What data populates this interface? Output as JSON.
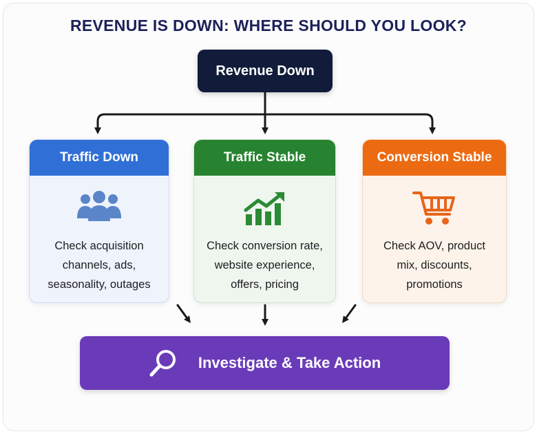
{
  "title": "REVENUE IS DOWN: WHERE SHOULD YOU LOOK?",
  "root": {
    "label": "Revenue Down"
  },
  "branches": [
    {
      "header": "Traffic Down",
      "icon": "people-group-icon",
      "lines": [
        "Check acquisition",
        "channels, ads,",
        "seasonality, outages"
      ],
      "color": "#2f6fd6"
    },
    {
      "header": "Traffic Stable",
      "icon": "growth-chart-icon",
      "lines": [
        "Check conversion rate,",
        "website experience,",
        "offers, pricing"
      ],
      "color": "#27832f"
    },
    {
      "header": "Conversion Stable",
      "icon": "shopping-cart-icon",
      "lines": [
        "Check AOV, product",
        "mix, discounts,",
        "promotions"
      ],
      "color": "#ec6a12"
    }
  ],
  "action": {
    "label": "Investigate & Take Action",
    "icon": "magnifier-icon",
    "color": "#6a3bb8"
  }
}
